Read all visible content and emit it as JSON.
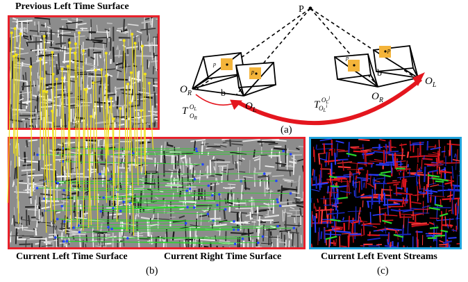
{
  "labels": {
    "prev_left": "Previous Left Time Surface",
    "cur_left": "Current Left Time Surface",
    "cur_right": "Current Right Time Surface",
    "cur_events": "Current Left Event Streams",
    "tag_a": "(a)",
    "tag_b": "(b)",
    "tag_c": "(c)"
  },
  "geometry": {
    "point": "P",
    "or_left": "O",
    "or_left_sub": "R",
    "ol_left": "O",
    "ol_left_sub": "L",
    "b_left": "b",
    "or_right": "O",
    "or_right_sub": "R",
    "ol_right": "O",
    "ol_right_sub": "L",
    "b_right": "b",
    "t_left": "T",
    "t_left_sup": "O",
    "t_left_sup_sub": "L",
    "t_left_sub": "O",
    "t_left_sub_sub": "R",
    "t_right": "T",
    "t_right_sup": "O",
    "t_right_sup_sub": "L",
    "t_right_sup_sup": "j",
    "t_right_sub": "O",
    "t_right_sub_sub": "L",
    "t_right_sub_sup": "i",
    "p_r_i": "p",
    "p_l_i": "p",
    "p_r_j": "p",
    "p_l_j": "p"
  },
  "colors": {
    "red_frame": "#e8212b",
    "blue_frame": "#1fa3dd",
    "yellow_line": "#f2e21a",
    "green_line": "#2bd62b",
    "orange_patch": "#f4b43a",
    "arrow_red": "#e4161e"
  }
}
